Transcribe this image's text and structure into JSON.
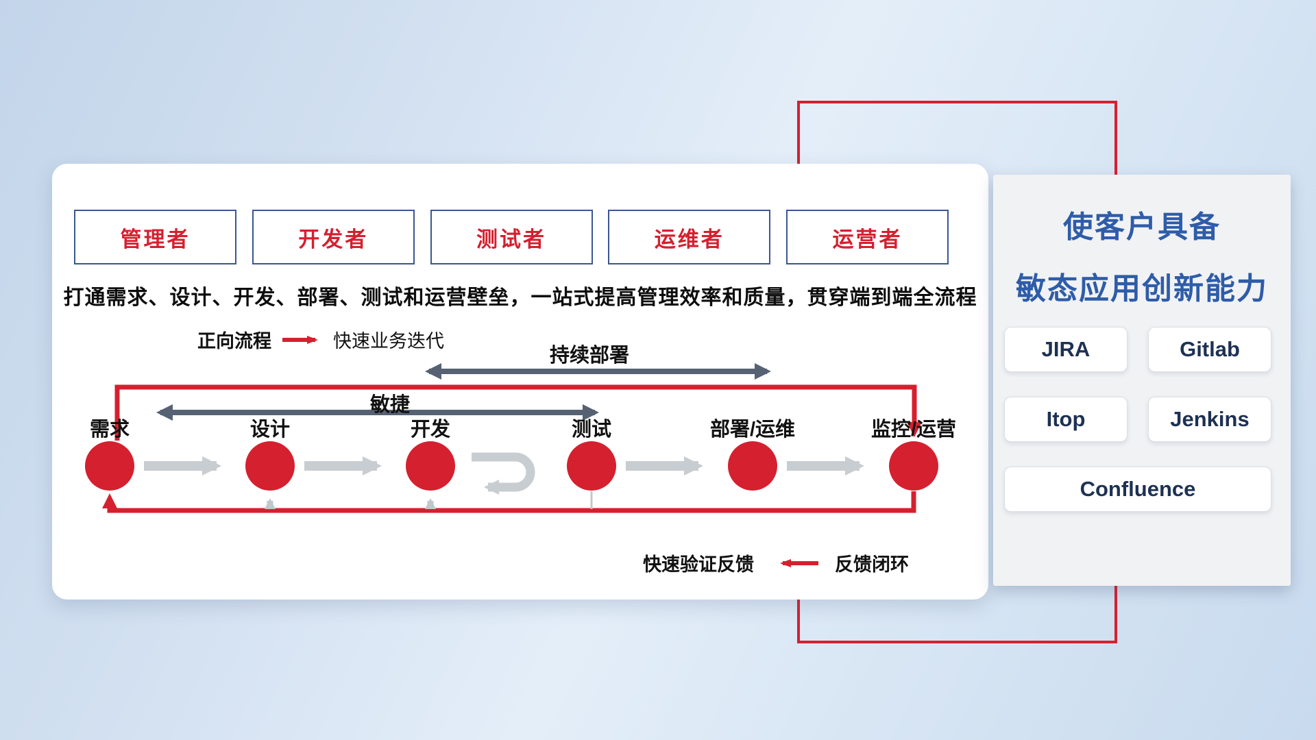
{
  "colors": {
    "red": "#d5202f",
    "blue_title": "#2e5ca8",
    "slate_arrow": "#566273",
    "light_arrow": "#c8cdd2",
    "navy_text": "#1d3153"
  },
  "roles": [
    {
      "label": "管理者"
    },
    {
      "label": "开发者"
    },
    {
      "label": "测试者"
    },
    {
      "label": "运维者"
    },
    {
      "label": "运营者"
    }
  ],
  "headline": "打通需求、设计、开发、部署、测试和运营壁垒，一站式提高管理效率和质量，贯穿端到端全流程",
  "forward_legend": {
    "label": "正向流程",
    "value": "快速业务迭代"
  },
  "deploy_arrow_label": "持续部署",
  "agile_arrow_label": "敏捷",
  "flow_nodes": [
    {
      "label": "需求"
    },
    {
      "label": "设计"
    },
    {
      "label": "开发"
    },
    {
      "label": "测试"
    },
    {
      "label": "部署/运维"
    },
    {
      "label": "监控/运营"
    }
  ],
  "feedback_legend": {
    "label": "快速验证反馈",
    "value": "反馈闭环"
  },
  "right_panel": {
    "title_line1": "使客户具备",
    "title_line2": "敏态应用创新能力",
    "tools": [
      "JIRA",
      "Gitlab",
      "Itop",
      "Jenkins",
      "Confluence"
    ]
  }
}
